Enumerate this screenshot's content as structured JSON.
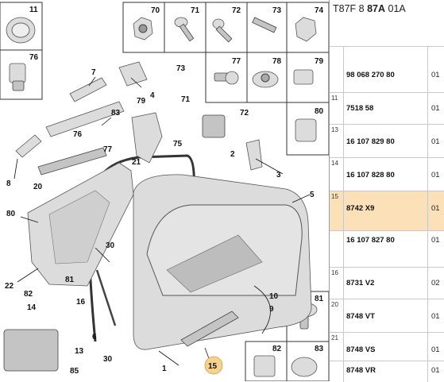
{
  "header": {
    "prefix": "T87F 8",
    "code": "87A",
    "suffix": "01A"
  },
  "callouts": {
    "c1": "1",
    "c2": "2",
    "c3": "3",
    "c4": "4",
    "c5": "5",
    "c6": "6",
    "c7": "7",
    "c8": "8",
    "c9": "9",
    "c10": "10",
    "c11": "11",
    "c13": "13",
    "c14": "14",
    "c15": "15",
    "c16": "16",
    "c20": "20",
    "c21": "21",
    "c22": "22",
    "c30a": "30",
    "c30b": "30",
    "c70": "70",
    "c71a": "71",
    "c71b": "71",
    "c72a": "72",
    "c72b": "72",
    "c73a": "73",
    "c73b": "73",
    "c74": "74",
    "c75": "75",
    "c76a": "76",
    "c76b": "76",
    "c77": "77",
    "c78": "78",
    "c79a": "79",
    "c79b": "79",
    "c80a": "80",
    "c80b": "80",
    "c81a": "81",
    "c81b": "81",
    "c82a": "82",
    "c82b": "82",
    "c83": "83",
    "c85": "85"
  },
  "parts": [
    {
      "ref": "",
      "part_number": "98 068 270 80",
      "qty": "01"
    },
    {
      "ref": "11",
      "part_number": "7518 58",
      "qty": "01"
    },
    {
      "ref": "13",
      "part_number": "16 107 829 80",
      "qty": "01"
    },
    {
      "ref": "14",
      "part_number": "16 107 828 80",
      "qty": "01"
    },
    {
      "ref": "15",
      "part_number": "8742 X9",
      "qty": "01"
    },
    {
      "ref": "",
      "part_number": "16 107 827 80",
      "qty": "01"
    },
    {
      "ref": "16",
      "part_number": "8731 V2",
      "qty": "02"
    },
    {
      "ref": "20",
      "part_number": "8748 VT",
      "qty": "01"
    },
    {
      "ref": "21",
      "part_number": "8748 VS",
      "qty": "01"
    },
    {
      "ref": "",
      "part_number": "8748 VR",
      "qty": "01"
    }
  ],
  "colors": {
    "highlight": "#fbe0b8",
    "callout_fill": "#f6d28f"
  }
}
